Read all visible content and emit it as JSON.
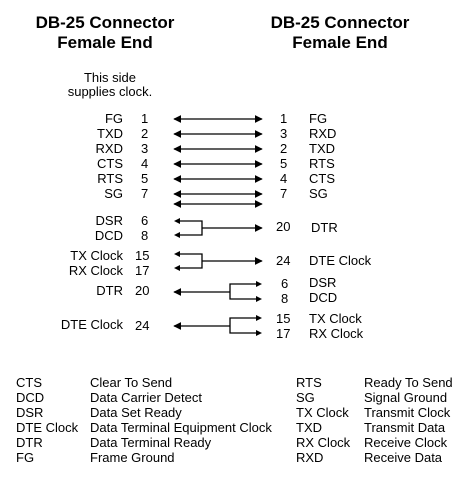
{
  "headers": {
    "left_title": "DB-25 Connector",
    "left_subtitle": "Female End",
    "right_title": "DB-25 Connector",
    "right_subtitle": "Female End"
  },
  "note": {
    "line1": "This side",
    "line2": "supplies clock."
  },
  "left_pins": [
    {
      "name": "FG",
      "num": "1"
    },
    {
      "name": "TXD",
      "num": "2"
    },
    {
      "name": "RXD",
      "num": "3"
    },
    {
      "name": "CTS",
      "num": "4"
    },
    {
      "name": "RTS",
      "num": "5"
    },
    {
      "name": "SG",
      "num": "7"
    },
    {
      "name": "DSR",
      "num": "6"
    },
    {
      "name": "DCD",
      "num": "8"
    },
    {
      "name": "TX Clock",
      "num": "15"
    },
    {
      "name": "RX Clock",
      "num": "17"
    },
    {
      "name": "DTR",
      "num": "20"
    },
    {
      "name": "DTE Clock",
      "num": "24"
    }
  ],
  "right_pins": [
    {
      "num": "1",
      "name": "FG"
    },
    {
      "num": "3",
      "name": "RXD"
    },
    {
      "num": "2",
      "name": "TXD"
    },
    {
      "num": "5",
      "name": "RTS"
    },
    {
      "num": "4",
      "name": "CTS"
    },
    {
      "num": "7",
      "name": "SG"
    },
    {
      "num": "20",
      "name": "DTR"
    },
    {
      "num": "24",
      "name": "DTE Clock"
    },
    {
      "num": "6",
      "name": "DSR"
    },
    {
      "num": "8",
      "name": "DCD"
    },
    {
      "num": "15",
      "name": "TX Clock"
    },
    {
      "num": "17",
      "name": "RX Clock"
    }
  ],
  "legend_left": [
    {
      "abbr": "CTS",
      "desc": "Clear To Send"
    },
    {
      "abbr": "DCD",
      "desc": "Data Carrier Detect"
    },
    {
      "abbr": "DSR",
      "desc": "Data Set Ready"
    },
    {
      "abbr": "DTE Clock",
      "desc": "Data Terminal Equipment Clock"
    },
    {
      "abbr": "DTR",
      "desc": "Data Terminal Ready"
    },
    {
      "abbr": "FG",
      "desc": "Frame Ground"
    }
  ],
  "legend_right": [
    {
      "abbr": "RTS",
      "desc": "Ready To Send"
    },
    {
      "abbr": "SG",
      "desc": "Signal Ground"
    },
    {
      "abbr": "TX Clock",
      "desc": "Transmit Clock"
    },
    {
      "abbr": "TXD",
      "desc": "Transmit Data"
    },
    {
      "abbr": "RX Clock",
      "desc": "Receive Clock"
    },
    {
      "abbr": "RXD",
      "desc": "Receive Data"
    }
  ]
}
